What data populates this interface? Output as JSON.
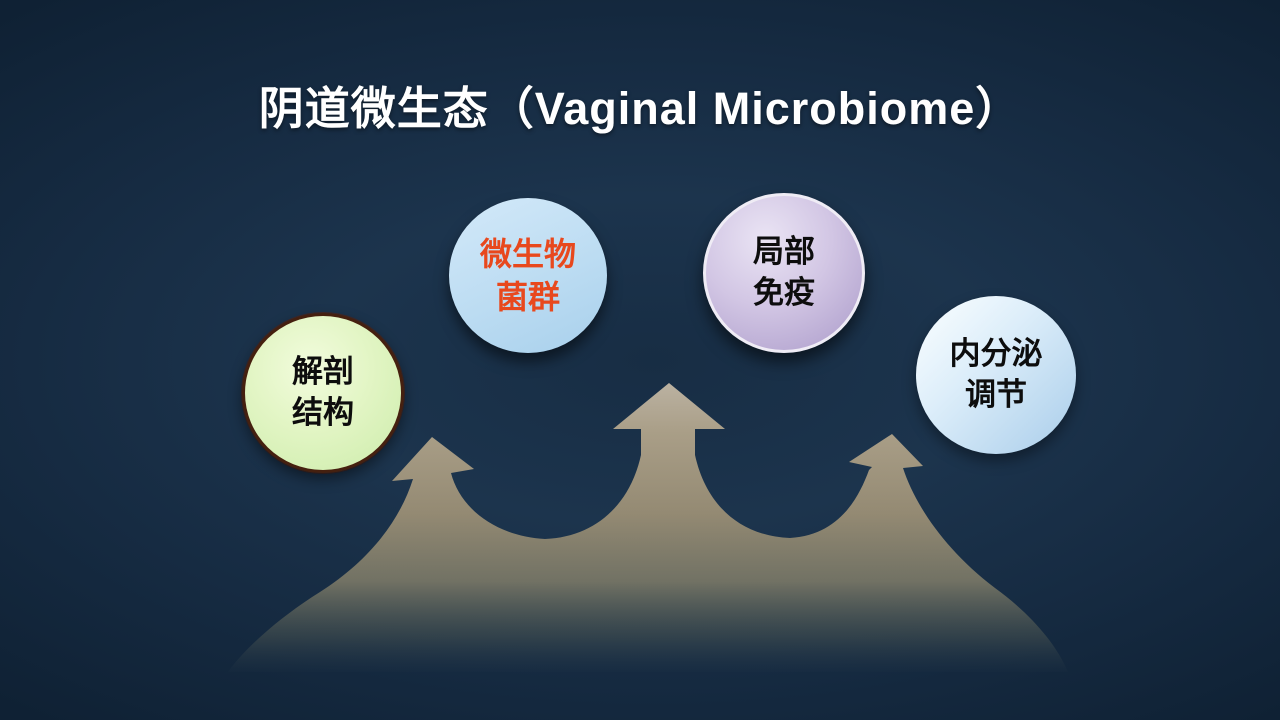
{
  "slide": {
    "title": "阴道微生态（Vaginal Microbiome）",
    "bubbles": [
      {
        "name": "anatomy",
        "lines": [
          "解剖",
          "结构"
        ],
        "fill": "#dff3c2",
        "border": "#45200f",
        "text_color": "#0d0d0d"
      },
      {
        "name": "microbiota",
        "lines": [
          "微生物",
          "菌群"
        ],
        "fill": "#b9dbf1",
        "border": "none",
        "text_color": "#e8481d"
      },
      {
        "name": "immunity",
        "lines": [
          "局部",
          "免疫"
        ],
        "fill": "#c9bcdd",
        "border": "#efecf5",
        "text_color": "#0d0d0d"
      },
      {
        "name": "endocrine",
        "lines": [
          "内分泌",
          "调节"
        ],
        "fill": "#bed9ee",
        "border": "none",
        "text_color": "#0d0d0d"
      }
    ],
    "graphic": {
      "type": "mound-with-three-upward-arrows",
      "arrow_count": 3,
      "color_top": "#b9b0a0",
      "color_base_fade": "#3a4a52"
    },
    "colors": {
      "background": "#152a40",
      "title_text": "#ffffff"
    }
  }
}
